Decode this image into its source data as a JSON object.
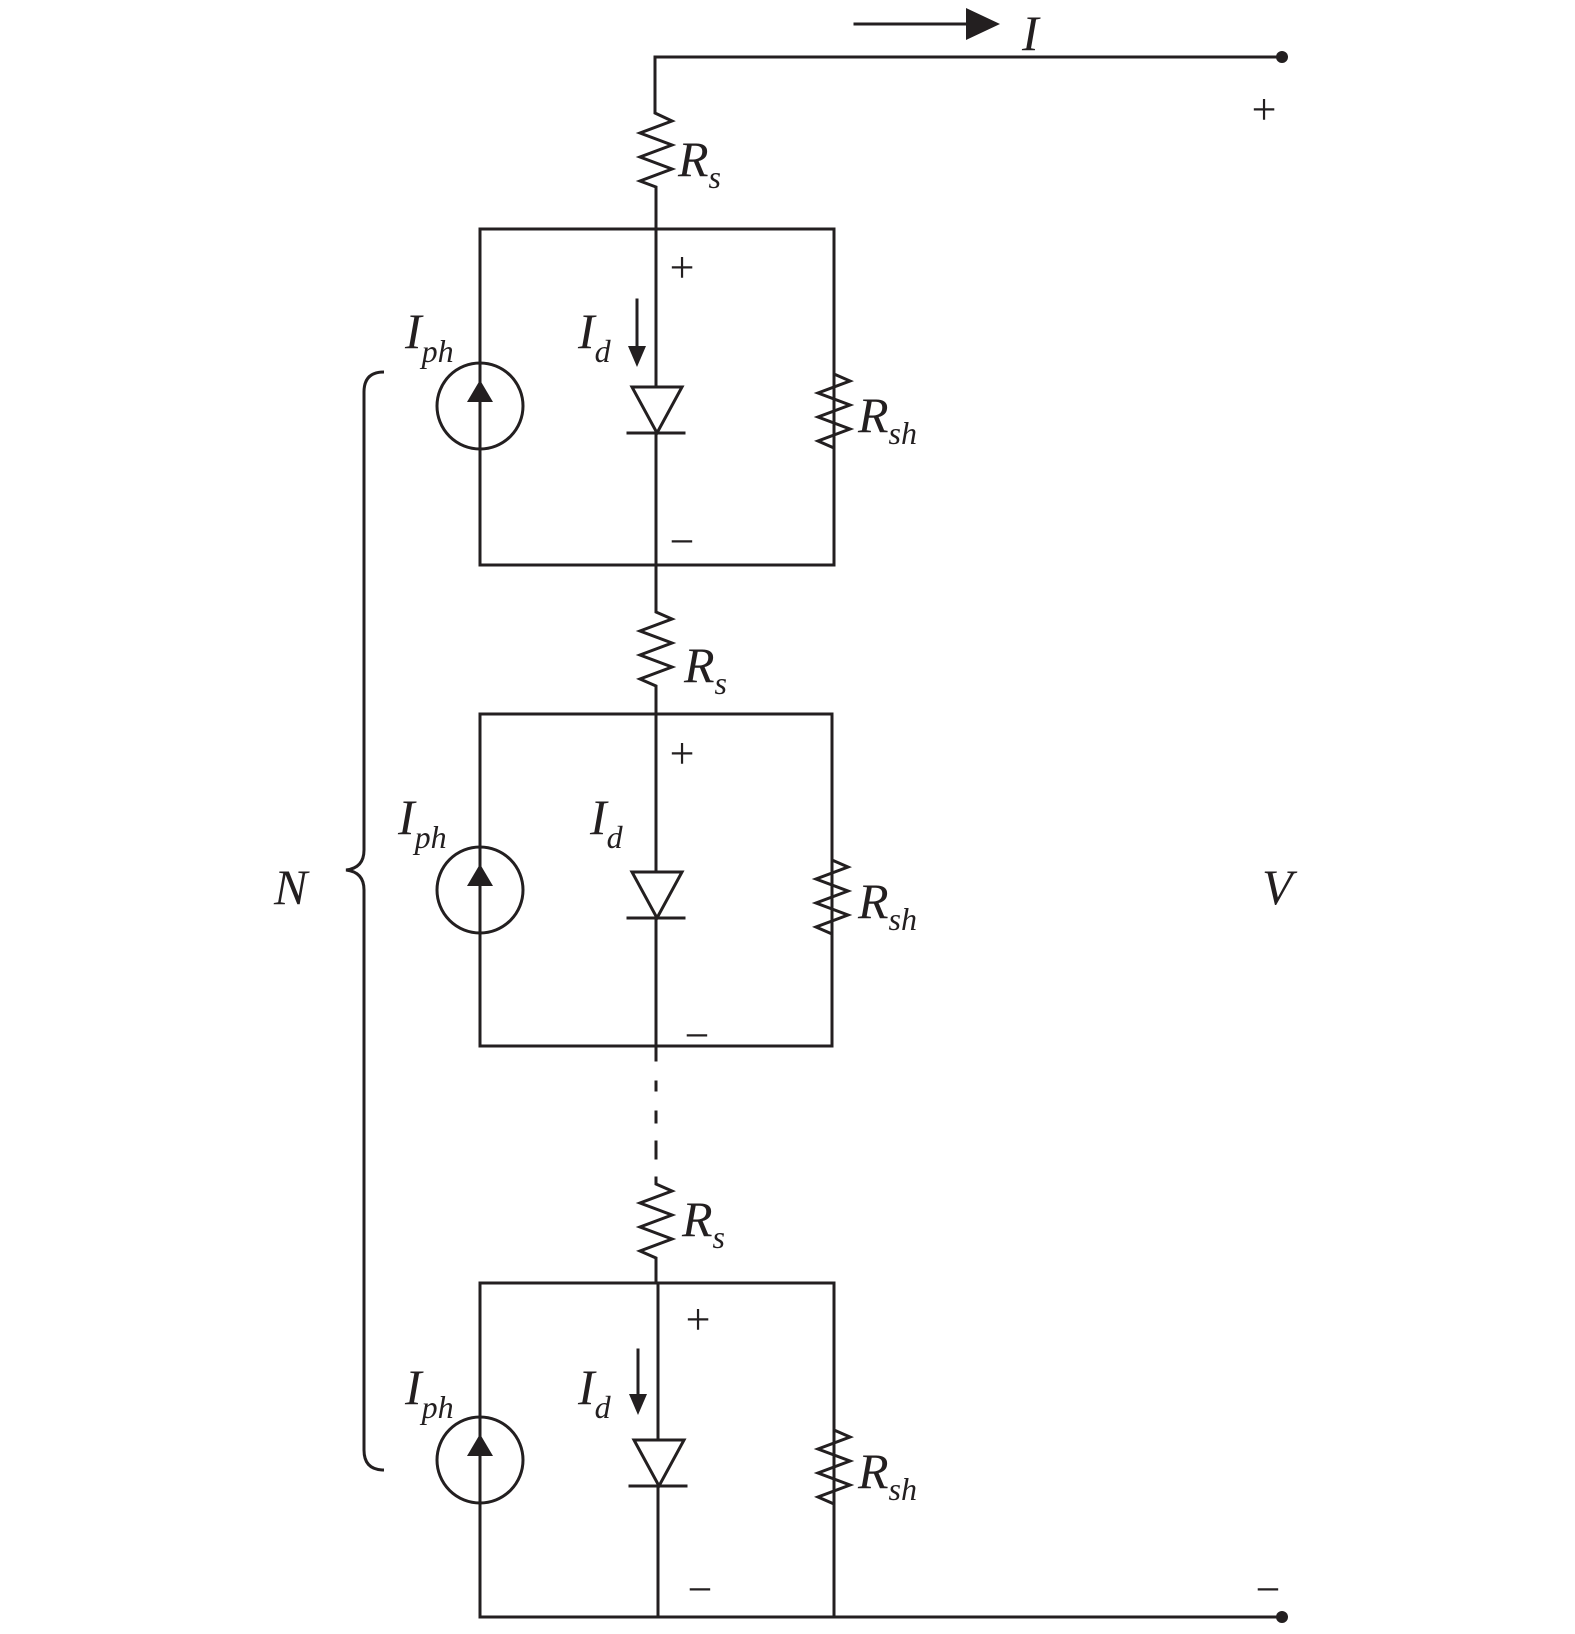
{
  "labels": {
    "output_current": "I",
    "terminal_voltage": "V",
    "cell_count": "N",
    "positive_sign": "+",
    "negative_sign": "−",
    "series_resistor": {
      "main": "R",
      "sub": "s"
    },
    "shunt_resistor": {
      "main": "R",
      "sub": "sh"
    },
    "photo_current": {
      "main": "I",
      "sub": "ph"
    },
    "diode_current": {
      "main": "I",
      "sub": "d"
    }
  },
  "colors": {
    "ink": "#231f20",
    "background": "#ffffff"
  }
}
